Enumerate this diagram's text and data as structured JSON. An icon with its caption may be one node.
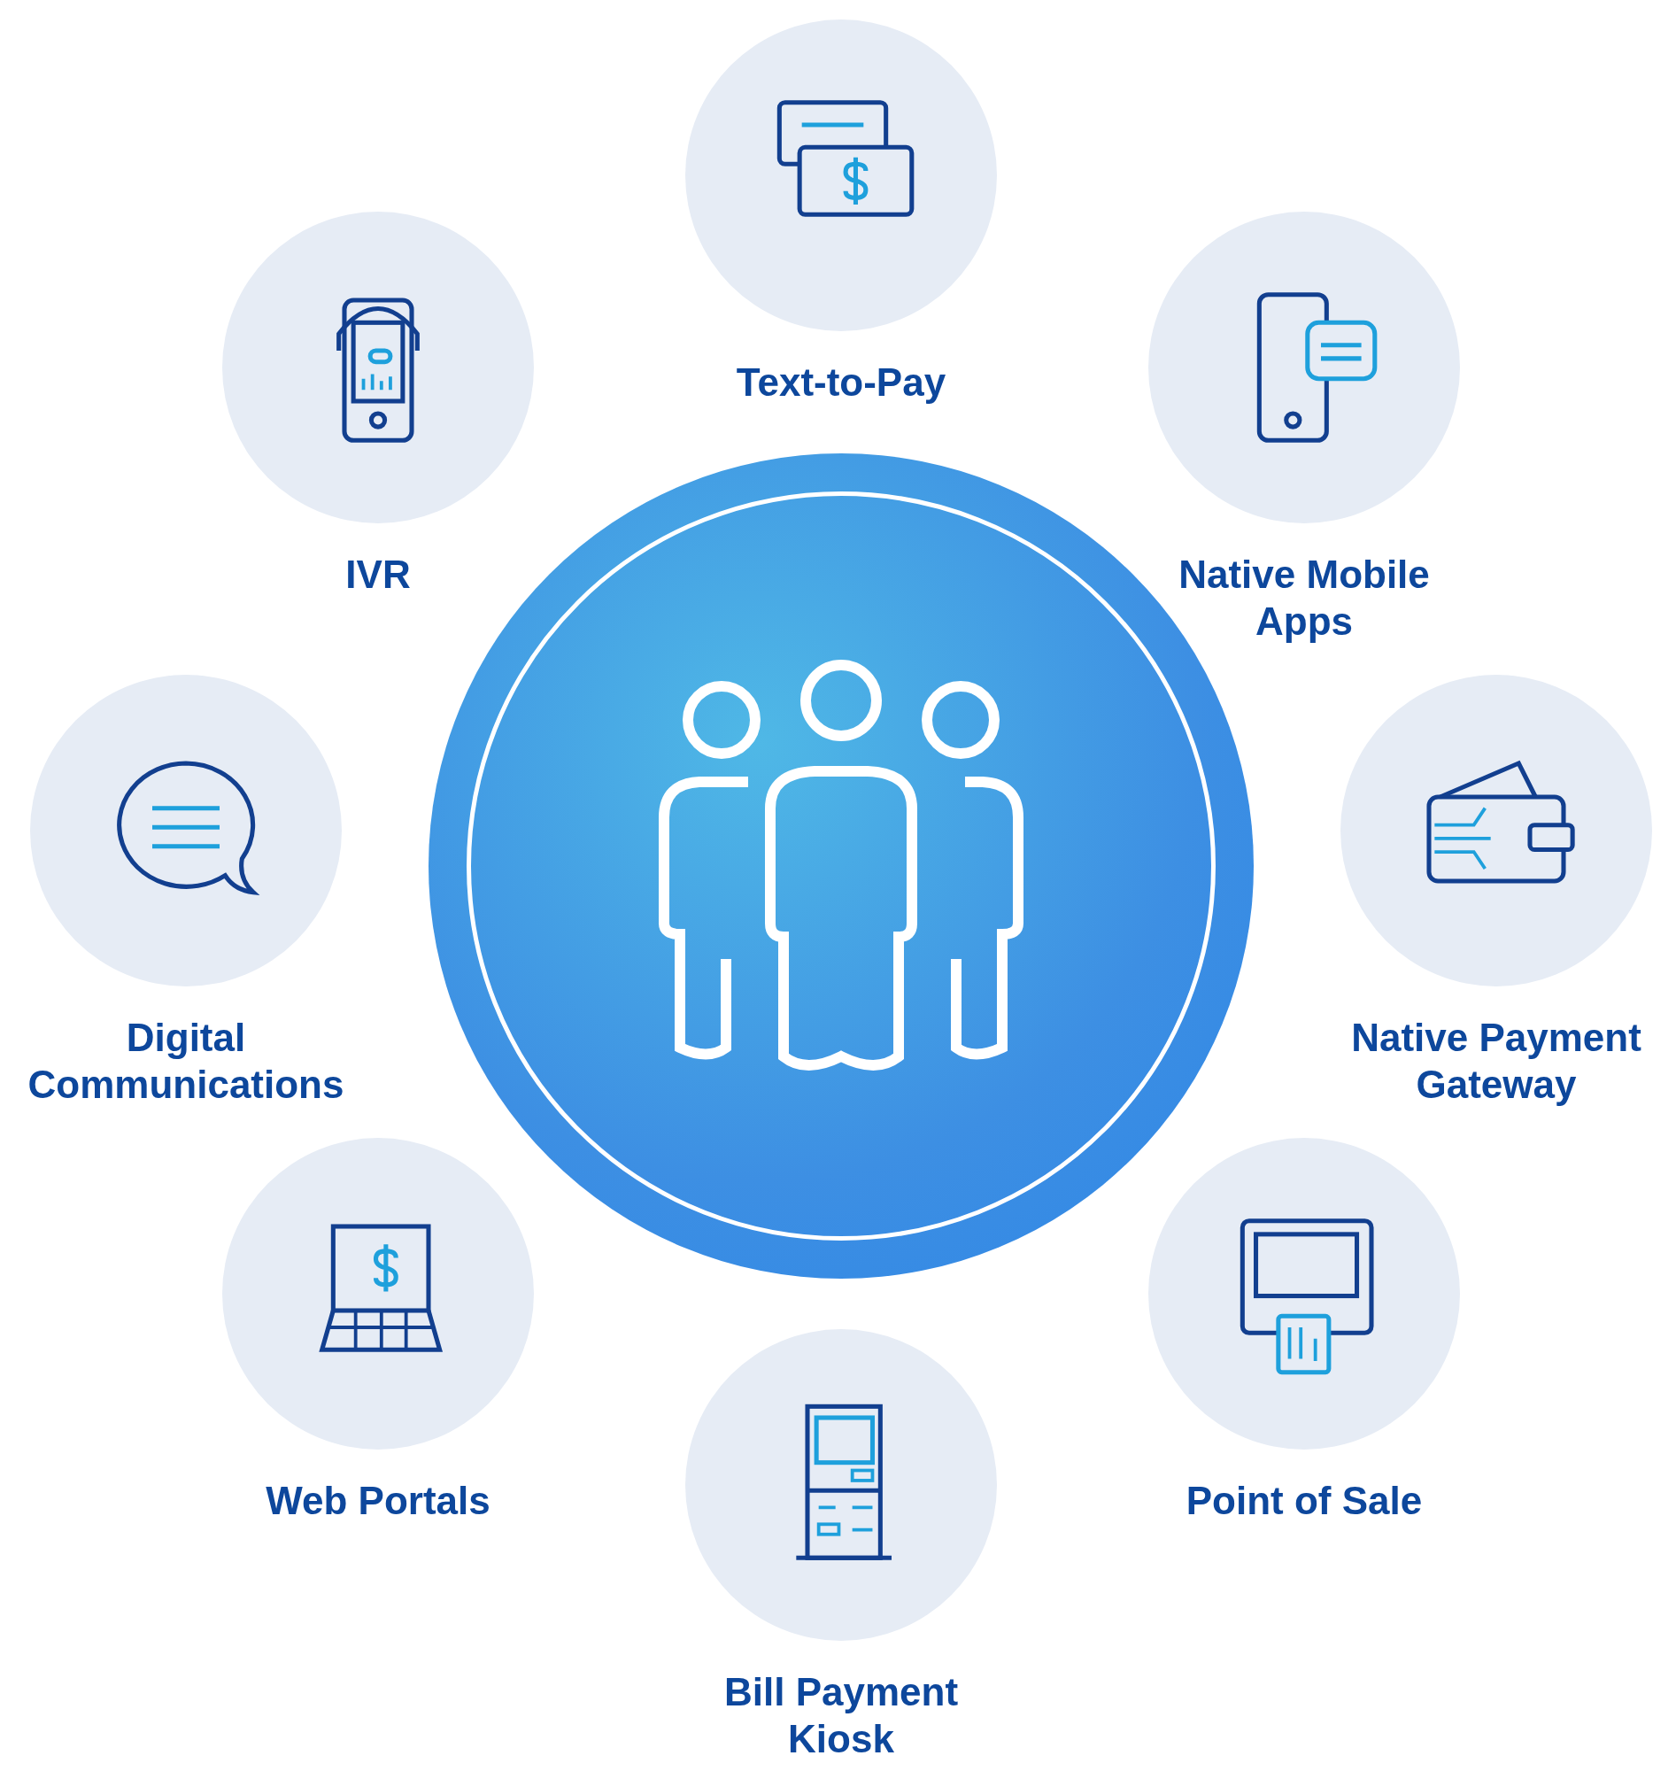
{
  "diagram": {
    "nodes": [
      {
        "text": [],
        "shape": "circle"
      },
      {
        "text": [
          "Text-to-Pay"
        ]
      },
      {
        "text": [
          "IVR"
        ]
      },
      {
        "text": [
          "Native Mobile Apps"
        ]
      },
      {
        "text": [
          "Digital Communications"
        ]
      },
      {
        "text": [
          "Native Payment Gateway"
        ]
      },
      {
        "text": [
          "Web Portals"
        ]
      },
      {
        "text": [
          "Point of Sale"
        ]
      },
      {
        "text": [
          "Bill Payment Kiosk"
        ]
      }
    ]
  }
}
